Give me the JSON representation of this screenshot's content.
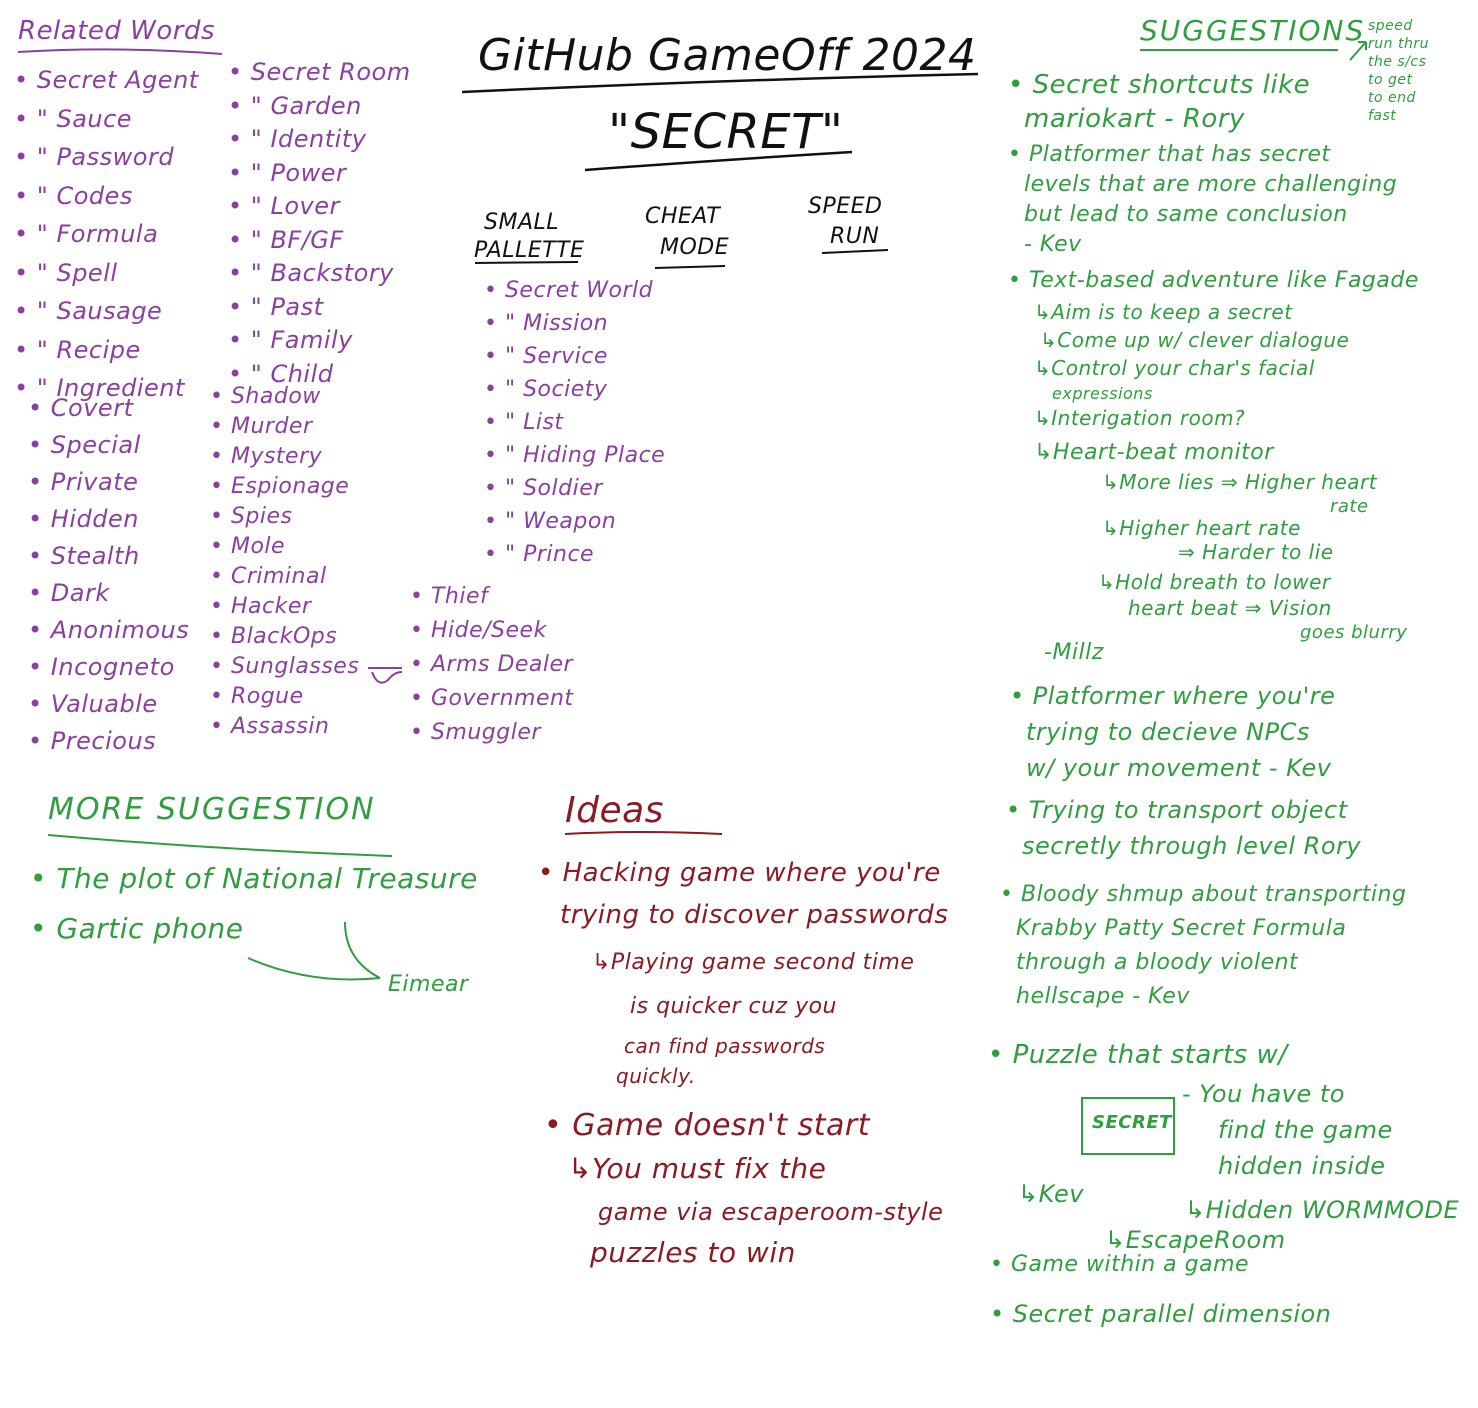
{
  "title": {
    "line1": "GitHub GameOff 2024",
    "line2": "\"SECRET\""
  },
  "themes": {
    "small_pallette": [
      "SMALL",
      "PALLETTE"
    ],
    "cheat_mode": [
      "CHEAT",
      "MODE"
    ],
    "speed_run": [
      "SPEED",
      "RUN"
    ]
  },
  "related_words": {
    "heading": "Related Words",
    "col1_secret": [
      "Secret Agent",
      "\"  Sauce",
      "\"  Password",
      "\"  Codes",
      "\"  Formula",
      "\"  Spell",
      "\"  Sausage",
      "\"  Recipe",
      "\"  Ingredient"
    ],
    "col2_secret": [
      "Secret Room",
      "\"  Garden",
      "\"  Identity",
      "\"  Power",
      "\"  Lover",
      "\"  BF/GF",
      "\"  Backstory",
      "\"  Past",
      "\"  Family",
      "\"  Child"
    ],
    "col3_secret": [
      "Secret World",
      "\"  Mission",
      "\"  Service",
      "\"  Society",
      "\"  List",
      "\"  Hiding Place",
      "\"  Soldier",
      "\"  Weapon",
      "\"  Prince"
    ],
    "col1_words": [
      "Covert",
      "Special",
      "Private",
      "Hidden",
      "Stealth",
      "Dark",
      "Anonimous",
      "Incogneto",
      "Valuable",
      "Precious"
    ],
    "col2_words": [
      "Shadow",
      "Murder",
      "Mystery",
      "Espionage",
      "Spies",
      "Mole",
      "Criminal",
      "Hacker",
      "BlackOps",
      "Sunglasses",
      "Rogue",
      "Assassin"
    ],
    "col3_words": [
      "Thief",
      "Hide/Seek",
      "Arms Dealer",
      "Government",
      "Smuggler"
    ]
  },
  "suggestions": {
    "heading": "SUGGESTIONS",
    "side_note": [
      "speed",
      "run thru",
      "the s/cs",
      "to get",
      "to end",
      "fast"
    ],
    "items": [
      [
        "Secret shortcuts like",
        "mariokart - Rory"
      ],
      [
        "Platformer that has secret",
        "levels that are more challenging",
        "but lead to same conclusion",
        "- Kev"
      ],
      [
        "Text-based adventure like Fagade"
      ],
      [
        "Platformer where you're",
        "trying to decieve NPCs",
        "w/ your movement - Kev"
      ],
      [
        "Trying to transport object",
        "secretly through level Rory"
      ],
      [
        "Bloody shmup about transporting",
        "Krabby Patty Secret Formula",
        "through a bloody violent",
        "hellscape - Kev"
      ],
      [
        "Puzzle that starts w/"
      ],
      [
        "Game within a game"
      ],
      [
        "Secret parallel dimension"
      ]
    ],
    "text_adventure_sub": [
      "↳Aim is to keep a secret",
      "↳Come up w/ clever dialogue",
      "↳Control your char's facial",
      "expressions",
      "↳Interigation room?",
      "↳Heart-beat monitor",
      "↳More lies ⇒ Higher heart",
      "rate",
      "↳Higher heart rate",
      "⇒ Harder to lie",
      "↳Hold breath to lower",
      "heart beat ⇒ Vision",
      "goes blurry",
      "-Millz"
    ],
    "puzzle_sub": {
      "box": "SECRET",
      "lines": [
        "- You have to",
        "find the game",
        "hidden inside"
      ],
      "hidden_worm": "↳Hidden WORMMODE",
      "kev": "↳Kev",
      "escape": "↳EscapeRoom"
    }
  },
  "more_suggestion": {
    "heading": "MORE SUGGESTION",
    "items": [
      "The plot of National Treasure",
      "Gartic phone"
    ],
    "credit": "Eimear"
  },
  "ideas": {
    "heading": "Ideas",
    "item1": [
      "Hacking game where you're",
      "trying to discover passwords"
    ],
    "item1_sub": [
      "↳Playing game second time",
      "is quicker cuz you",
      "can find passwords",
      "quickly."
    ],
    "item2": "Game doesn't start",
    "item2_sub": [
      "↳You must fix the",
      "game via escaperoom-style",
      "puzzles to win"
    ]
  },
  "colors": {
    "purple": "#8b3fa0",
    "green": "#2f9e3f",
    "red": "#8b1a22",
    "black": "#111111"
  }
}
